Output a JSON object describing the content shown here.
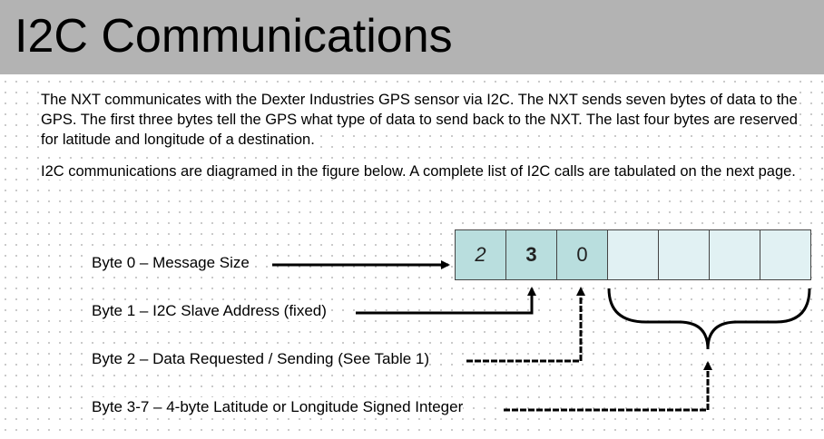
{
  "title": "I2C Communications",
  "paragraphs": [
    "The NXT communicates with the Dexter Industries GPS sensor via I2C.  The NXT sends seven bytes of data to the GPS.  The first three bytes tell the GPS what type of data to send back to the NXT.  The last four bytes are reserved for latitude and longitude of a destination.",
    "I2C communications are diagramed in the figure below.  A complete list of I2C calls are tabulated on the next page."
  ],
  "labels": {
    "byte0": "Byte 0 – Message Size",
    "byte1": "Byte 1 – I2C Slave Address (fixed)",
    "byte2": "Byte 2 – Data Requested / Sending (See Table 1)",
    "byte3_7": "Byte 3-7 – 4-byte Latitude or Longitude Signed Integer"
  },
  "bytes": [
    "2",
    "3",
    "0",
    "",
    "",
    "",
    ""
  ],
  "colors": {
    "title_bar": "#b3b3b3",
    "filled_cell": "#b9dede",
    "empty_cell": "#e1f1f3"
  }
}
